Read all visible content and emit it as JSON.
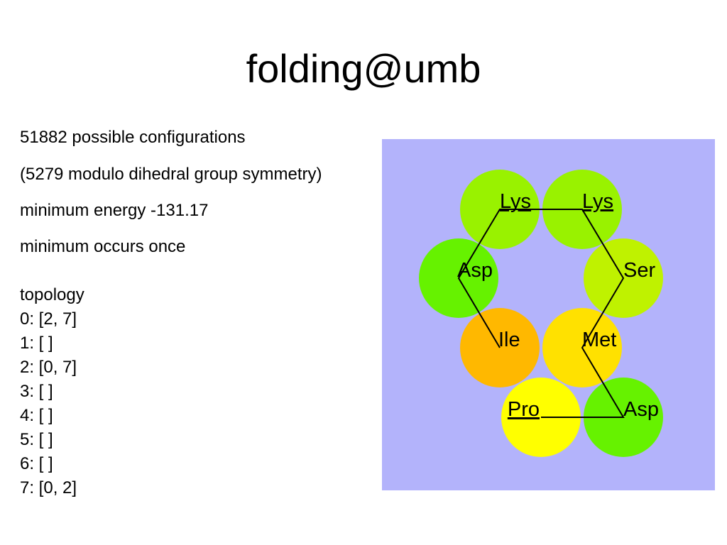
{
  "title": "folding@umb",
  "stats": {
    "configurations": "51882 possible configurations",
    "modulo": "(5279 modulo dihedral group symmetry)",
    "min_energy": "minimum energy -131.17",
    "min_occurs": "minimum occurs once"
  },
  "topology": {
    "heading": "topology",
    "lines": [
      "0: [2, 7]",
      "1: [ ]",
      "2: [0, 7]",
      "3: [ ]",
      "4: [ ]",
      "5: [ ]",
      "6: [ ]",
      "7: [0, 2]"
    ]
  },
  "diagram": {
    "background": "#b3b3fb",
    "residues": [
      {
        "label": "Pro",
        "color": "#ffff00"
      },
      {
        "label": "Asp",
        "color": "#66f200"
      },
      {
        "label": "Met",
        "color": "#ffe100"
      },
      {
        "label": "Ser",
        "color": "#bff200"
      },
      {
        "label": "Lys",
        "color": "#99f200"
      },
      {
        "label": "Lys",
        "color": "#99f200"
      },
      {
        "label": "Asp",
        "color": "#66f200"
      },
      {
        "label": "Ile",
        "color": "#ffb800"
      }
    ]
  }
}
